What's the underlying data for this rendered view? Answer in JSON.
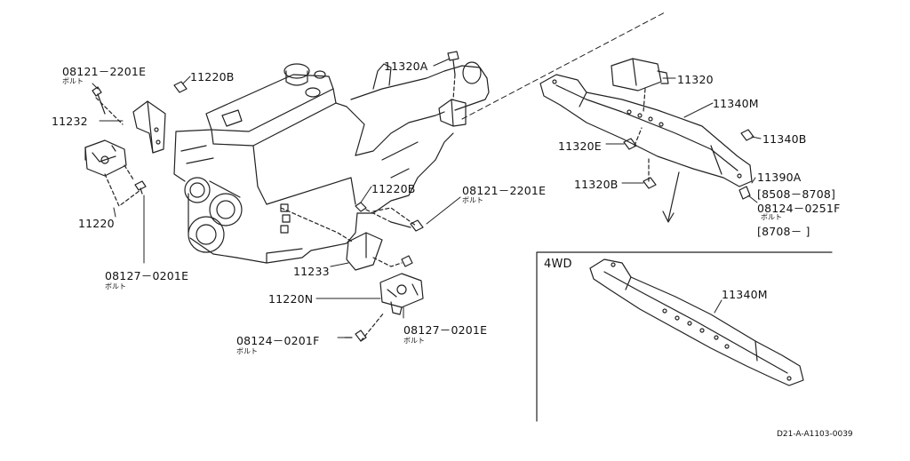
{
  "labels": {
    "bolt_tl": "08121－2201E",
    "bolt_tl_sub": "ボルト",
    "nut_tl": "11220B",
    "bracket_l": "11232",
    "mount_l": "11220",
    "bolt_bl": "08127－0201E",
    "bolt_bl_sub": "ボルト",
    "bolt_top": "11320A",
    "nut_mid": "11220B",
    "bolt_mid": "08121－2201E",
    "bolt_mid_sub": "ボルト",
    "bracket_c": "11233",
    "mount_c": "11220N",
    "bolt_c": "08127－0201E",
    "bolt_c_sub": "ボルト",
    "bolt_bc": "08124－0201F",
    "bolt_bc_sub": "ボルト",
    "insulator": "11320",
    "member": "11340M",
    "nut_r1": "11340B",
    "nut_r2": "11320E",
    "nut_r3": "11320B",
    "bolt_r": "11390A",
    "range_1": "[8508－8708]",
    "bolt_r2": "08124－0251F",
    "bolt_r2_sub": "ボルト",
    "range_2": "[8708－        ]",
    "box_title": "4WD",
    "box_member": "11340M",
    "code": "D21-A-A1103-0039"
  }
}
